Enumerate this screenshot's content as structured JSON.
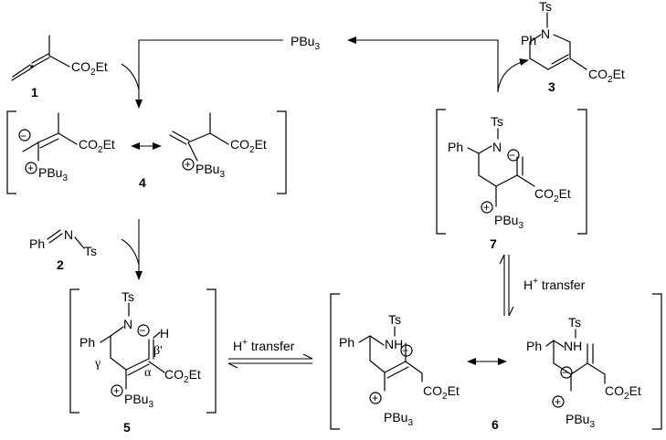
{
  "groups": {
    "ph": "Ph",
    "ts": "Ts",
    "n": "N",
    "nh": "NH",
    "h": "H",
    "co2": "CO",
    "two": "2",
    "et": "Et",
    "pbu": "PBu",
    "three": "3",
    "plus": "+",
    "minus": "−"
  },
  "compounds": {
    "c1": "1",
    "c2": "2",
    "c3": "3",
    "c4": "4",
    "c5": "5",
    "c6": "6",
    "c7": "7"
  },
  "greek": {
    "gamma": "γ",
    "alpha": "α",
    "beta": "β'"
  },
  "arrows": {
    "htransfer_h": "H",
    "htransfer_sup": "+",
    "htransfer_word": " transfer"
  }
}
